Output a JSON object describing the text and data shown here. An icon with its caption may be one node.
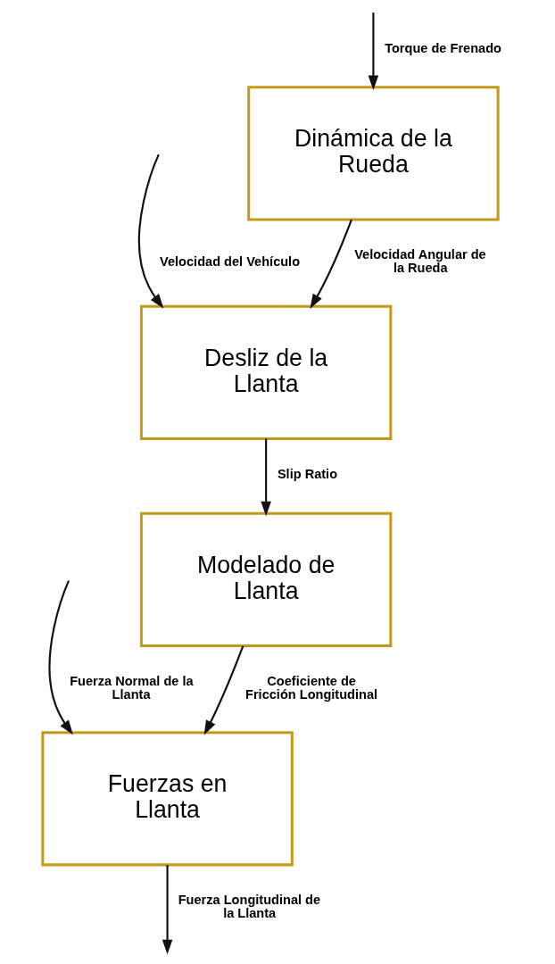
{
  "diagram": {
    "nodes": [
      {
        "text": [
          "Dinámica de la Rueda"
        ]
      },
      {
        "text": [
          "Desliz de la Llanta"
        ]
      },
      {
        "text": [
          "Modelado de Llanta"
        ]
      },
      {
        "text": [
          "Fuerzas en Llanta"
        ]
      }
    ],
    "edges": [
      {
        "from": null,
        "to": 0,
        "arrow": "to",
        "label": "Torque de Frenado"
      },
      {
        "from": 0,
        "to": 1,
        "arrow": "to",
        "label": "Velocidad Angular de la Rueda"
      },
      {
        "from": null,
        "to": 1,
        "arrow": "to",
        "label": "Velocidad del Vehículo"
      },
      {
        "from": 1,
        "to": 2,
        "arrow": "to",
        "label": "Slip Ratio"
      },
      {
        "from": 2,
        "to": 3,
        "arrow": "to",
        "label": "Coeficiente de Fricción Longitudinal"
      },
      {
        "from": null,
        "to": 3,
        "arrow": "to",
        "label": "Fuerza Normal de la Llanta"
      },
      {
        "from": 3,
        "to": null,
        "arrow": "to",
        "label": "Fuerza Longitudinal de la Llanta"
      }
    ]
  }
}
